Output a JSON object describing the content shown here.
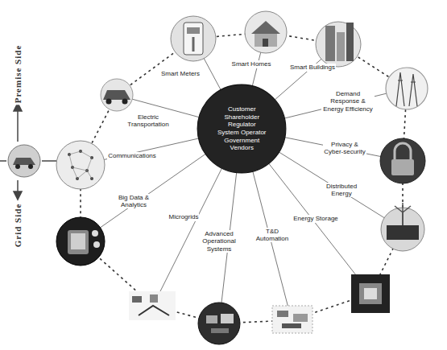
{
  "diagram": {
    "nodes": [
      {
        "text": [
          "Customer",
          "Shareholder",
          "Regulator",
          "System Operator",
          "Government",
          "Vendors"
        ]
      }
    ],
    "labels": [
      "Smart Meters",
      "Smart Homes",
      "Smart Buildings",
      "Demand Response & Energy Efficiency",
      "Privacy & Cyber-security",
      "Distributed Energy",
      "Energy Storage",
      "T&D Automation",
      "Advanced Operational Systems",
      "Microgrids",
      "Big Data & Analytics",
      "Communications",
      "Electric Transportation",
      "Premise Side",
      "Grid Side"
    ]
  }
}
